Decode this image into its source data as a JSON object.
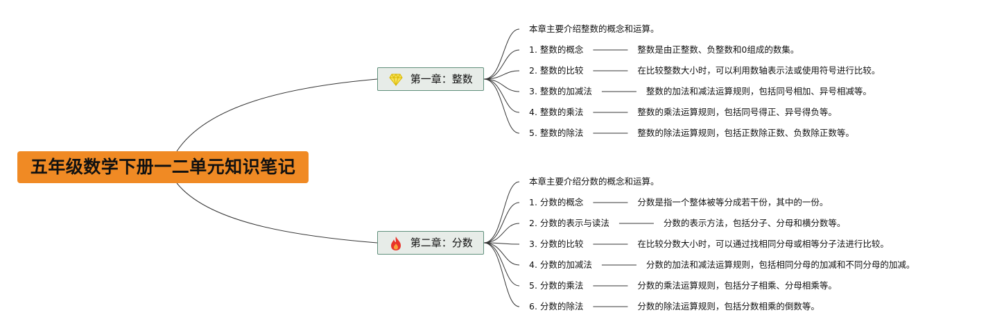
{
  "root": {
    "title": "五年级数学下册一二单元知识笔记"
  },
  "chapters": [
    {
      "title": "第一章：整数",
      "icon": "gem-icon",
      "items": [
        {
          "label": "本章主要介绍整数的概念和运算。",
          "desc": ""
        },
        {
          "label": "1. 整数的概念",
          "desc": "整数是由正整数、负整数和0组成的数集。"
        },
        {
          "label": "2. 整数的比较",
          "desc": "在比较整数大小时，可以利用数轴表示法或使用符号进行比较。"
        },
        {
          "label": "3. 整数的加减法",
          "desc": "整数的加法和减法运算规则，包括同号相加、异号相减等。"
        },
        {
          "label": "4. 整数的乘法",
          "desc": "整数的乘法运算规则，包括同号得正、异号得负等。"
        },
        {
          "label": "5. 整数的除法",
          "desc": "整数的除法运算规则，包括正数除正数、负数除正数等。"
        }
      ]
    },
    {
      "title": "第二章：分数",
      "icon": "fire-icon",
      "items": [
        {
          "label": "本章主要介绍分数的概念和运算。",
          "desc": ""
        },
        {
          "label": "1. 分数的概念",
          "desc": "分数是指一个整体被等分成若干份，其中的一份。"
        },
        {
          "label": "2. 分数的表示与读法",
          "desc": "分数的表示方法，包括分子、分母和横分数等。"
        },
        {
          "label": "3. 分数的比较",
          "desc": "在比较分数大小时，可以通过找相同分母或相等分子法进行比较。"
        },
        {
          "label": "4. 分数的加减法",
          "desc": "分数的加法和减法运算规则，包括相同分母的加减和不同分母的加减。"
        },
        {
          "label": "5. 分数的乘法",
          "desc": "分数的乘法运算规则，包括分子相乘、分母相乘等。"
        },
        {
          "label": "6. 分数的除法",
          "desc": "分数的除法运算规则，包括分数相乘的倒数等。"
        }
      ]
    }
  ]
}
